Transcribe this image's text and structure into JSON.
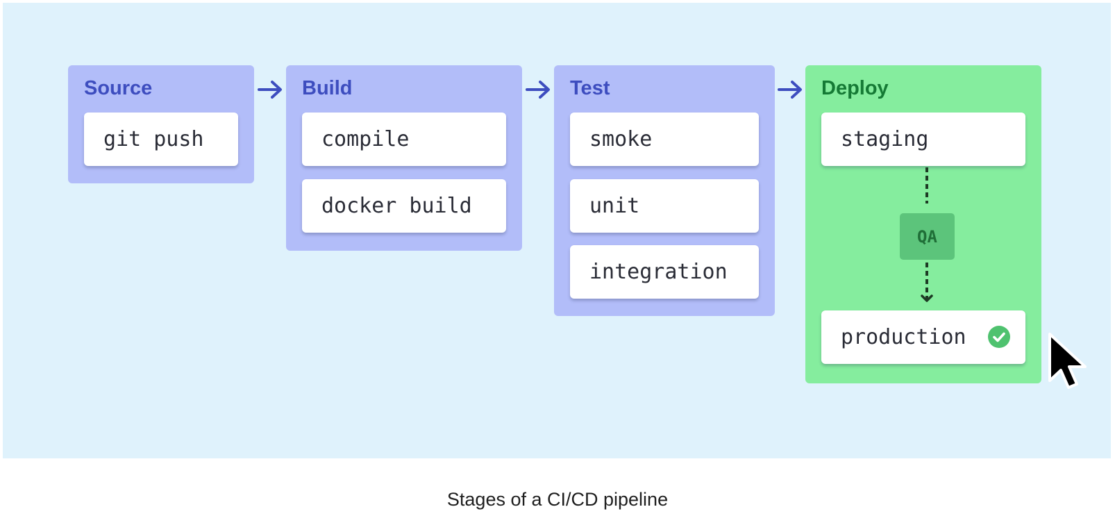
{
  "stages": [
    {
      "title": "Source",
      "steps": [
        "git push"
      ]
    },
    {
      "title": "Build",
      "steps": [
        "compile",
        "docker build"
      ]
    },
    {
      "title": "Test",
      "steps": [
        "smoke",
        "unit",
        "integration"
      ]
    },
    {
      "title": "Deploy",
      "steps": [
        "staging",
        "production"
      ],
      "gate": "QA",
      "production_status": "success"
    }
  ],
  "caption": "Stages of a CI/CD pipeline",
  "colors": {
    "background": "#dff2fc",
    "stage_blue": "#b2bdf9",
    "stage_green": "#85ed9e",
    "title_blue": "#3d4dbf",
    "title_green": "#157a35",
    "qa_box": "#5cc47b",
    "check": "#4fc26f",
    "arrow": "#3d4dbf"
  },
  "icons": {
    "stage_arrow": "arrow-right-icon",
    "production_status": "check-circle-icon",
    "pointer": "mouse-cursor-icon"
  }
}
